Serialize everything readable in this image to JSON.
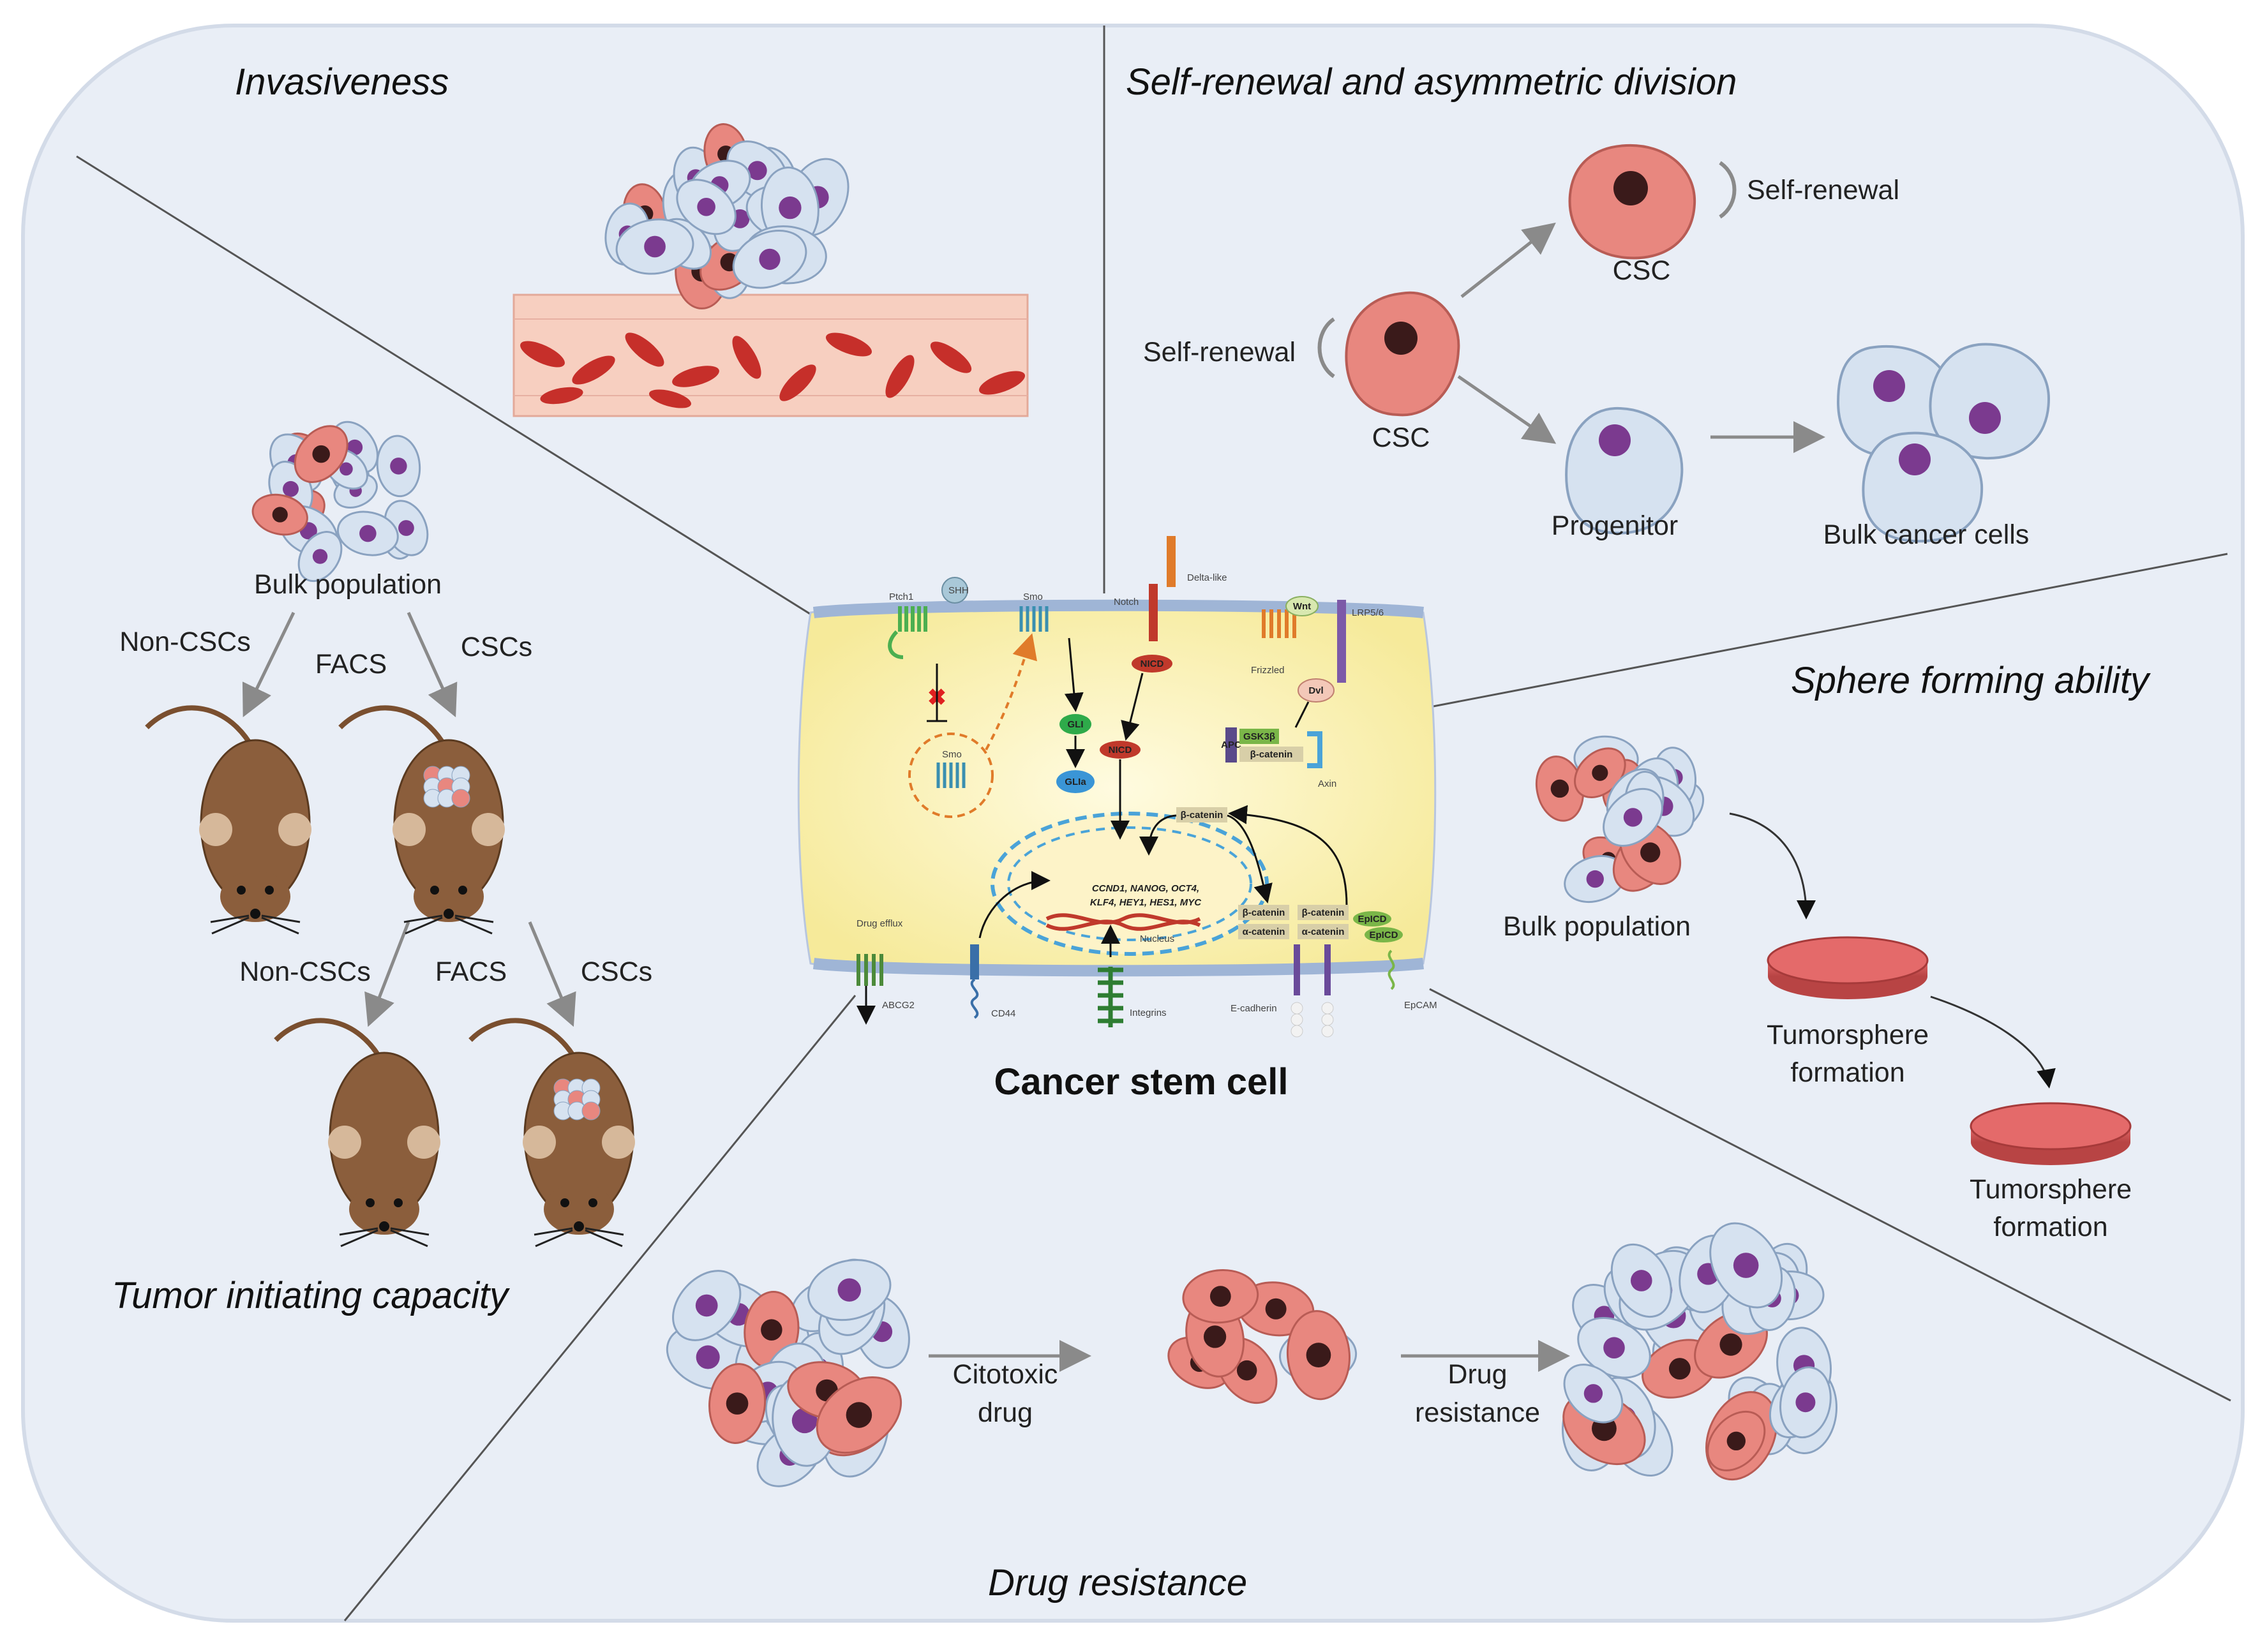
{
  "sections": {
    "invasiveness": "Invasiveness",
    "self_renewal": "Self-renewal and asymmetric division",
    "sphere_forming": "Sphere forming ability",
    "tumor_initiating": "Tumor initiating capacity",
    "drug_resistance": "Drug resistance"
  },
  "center": {
    "title": "Cancer stem cell"
  },
  "self_renewal_panel": {
    "csc_top": "CSC",
    "self_renewal_top": "Self-renewal",
    "self_renewal_left": "Self-renewal",
    "csc_center": "CSC",
    "progenitor": "Progenitor",
    "bulk_cells": "Bulk cancer cells"
  },
  "tumor_panel": {
    "bulk_population": "Bulk population",
    "non_cscs_1": "Non-CSCs",
    "facs_1": "FACS",
    "cscs_1": "CSCs",
    "non_cscs_2": "Non-CSCs",
    "facs_2": "FACS",
    "cscs_2": "CSCs"
  },
  "sphere_panel": {
    "bulk_population": "Bulk population",
    "tumorsphere1_line1": "Tumorsphere",
    "tumorsphere1_line2": "formation",
    "tumorsphere2_line1": "Tumorsphere",
    "tumorsphere2_line2": "formation"
  },
  "drug_panel": {
    "cytotoxic_line1": "Citotoxic",
    "cytotoxic_line2": "drug",
    "resistance_line1": "Drug",
    "resistance_line2": "resistance"
  },
  "pathway_labels": {
    "ptch1": "Ptch1",
    "shh": "SHH",
    "smo_top": "Smo",
    "smo_inner": "Smo",
    "notch": "Notch",
    "delta_like": "Delta-like",
    "wnt": "Wnt",
    "lrp": "LRP5/6",
    "frizzled": "Frizzled",
    "dvl": "Dvl",
    "gli": "GLI",
    "glia": "GLIa",
    "nicd1": "NICD",
    "nicd2": "NICD",
    "apc": "APC",
    "gsk3b": "GSK3β",
    "bcat_complex": "β-catenin",
    "axin": "Axin",
    "bcat_free": "β-catenin",
    "genes_line1": "CCND1, NANOG, OCT4,",
    "genes_line2": "KLF4, HEY1, HES1, MYC",
    "nucleus": "Nucleus",
    "drug_efflux": "Drug efflux",
    "abcg2": "ABCG2",
    "cd44": "CD44",
    "integrins": "Integrins",
    "bcat_a": "β-catenin",
    "acat_a": "α-catenin",
    "bcat_b": "β-catenin",
    "acat_b": "α-catenin",
    "ecadherin": "E-cadherin",
    "epicd1": "EpICD",
    "epicd2": "EpICD",
    "epcam": "EpCAM"
  },
  "colors": {
    "panel_bg": "#e9eef6",
    "csc_cell": "#e8877f",
    "bulk_cell": "#d6e2f0",
    "nucleus_csc": "#3a1a1a",
    "nucleus_bulk": "#7b3a8f",
    "membrane_bg": "#fdf6c0",
    "mouse": "#8b5e3c",
    "petri_dish": "#d9595b"
  }
}
